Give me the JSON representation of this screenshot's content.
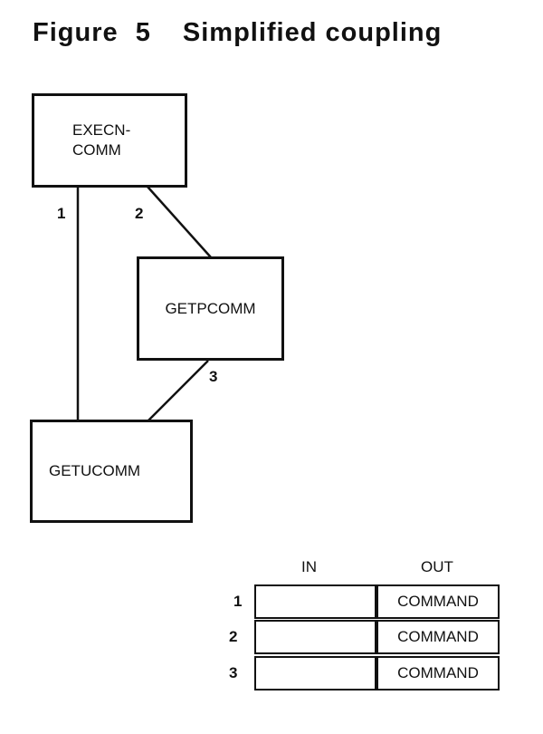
{
  "figure": {
    "label": "Figure",
    "number": "5",
    "caption": "Simplified coupling"
  },
  "modules": {
    "execn_comm": "EXECN-\nCOMM",
    "getpcomm": "GETPCOMM",
    "getucomm": "GETUCOMM"
  },
  "connections": {
    "c1": "1",
    "c2": "2",
    "c3": "3"
  },
  "table": {
    "header_in": "IN",
    "header_out": "OUT",
    "rows": [
      {
        "num": "1",
        "in": "",
        "out": "COMMAND"
      },
      {
        "num": "2",
        "in": "",
        "out": "COMMAND"
      },
      {
        "num": "3",
        "in": "",
        "out": "COMMAND"
      }
    ]
  }
}
